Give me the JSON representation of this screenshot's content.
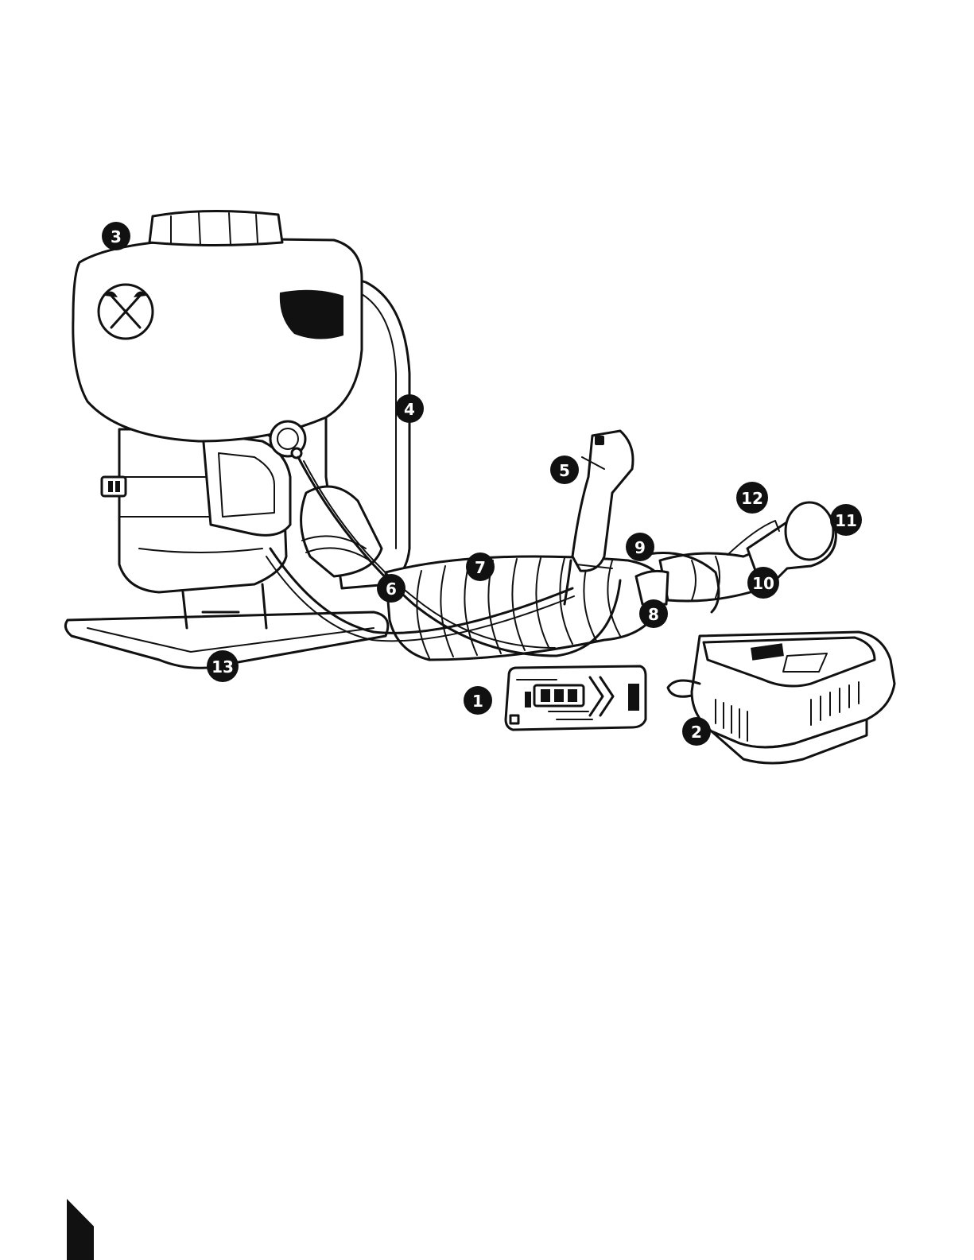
{
  "diagram": {
    "callouts": [
      {
        "id": "1",
        "label": "1"
      },
      {
        "id": "2",
        "label": "2"
      },
      {
        "id": "3",
        "label": "3"
      },
      {
        "id": "4",
        "label": "4"
      },
      {
        "id": "5",
        "label": "5"
      },
      {
        "id": "6",
        "label": "6"
      },
      {
        "id": "7",
        "label": "7"
      },
      {
        "id": "8",
        "label": "8"
      },
      {
        "id": "9",
        "label": "9"
      },
      {
        "id": "10",
        "label": "10"
      },
      {
        "id": "11",
        "label": "11"
      },
      {
        "id": "12",
        "label": "12"
      },
      {
        "id": "13",
        "label": "13"
      }
    ],
    "icons": [
      "backpack-sprayer-illustration",
      "battery-pack-illustration",
      "charger-illustration",
      "crossed-axes-logo",
      "page-corner-tab"
    ],
    "colors": {
      "ink": "#111111",
      "background": "#ffffff"
    }
  }
}
